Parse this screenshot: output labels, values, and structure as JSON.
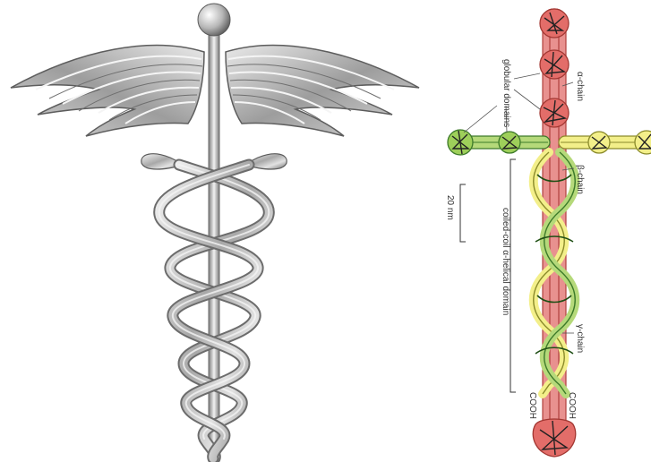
{
  "left_figure": {
    "icon": "caduceus-icon",
    "colors": {
      "metal_dark": "#6e6e6e",
      "metal_mid": "#a9a9a9",
      "metal_light": "#ececec"
    }
  },
  "right_figure": {
    "labels": {
      "globular_domains": "globular domains",
      "alpha_chain": "α-chain",
      "beta_chain": "β-chain",
      "scale_bar": "20 nm",
      "coiled_coil": "coiled-coil α-helical domain",
      "gamma_chain": "γ-chain",
      "cooh_left": "COOH",
      "cooh_right": "COOH"
    },
    "colors": {
      "alpha": "#e8918f",
      "alpha_dark": "#b0413e",
      "beta": "#b5d97a",
      "beta_dark": "#3d7a2a",
      "gamma": "#f3ef8a",
      "gamma_dark": "#8a8a2a"
    }
  }
}
